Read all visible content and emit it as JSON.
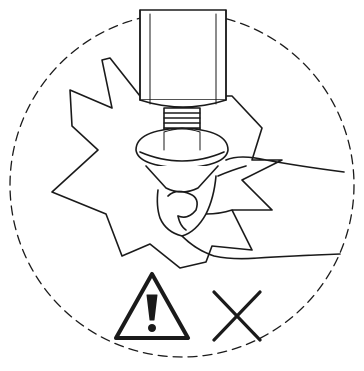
{
  "figure": {
    "type": "safety-pictogram",
    "stroke_color": "#1a1a1a",
    "background_color": "#ffffff",
    "elements": [
      "dashed-circle-frame",
      "cylinder-body",
      "threaded-stud",
      "leveling-foot",
      "pinched-hand",
      "impact-burst",
      "warning-triangle-icon",
      "prohibited-x-icon"
    ]
  }
}
